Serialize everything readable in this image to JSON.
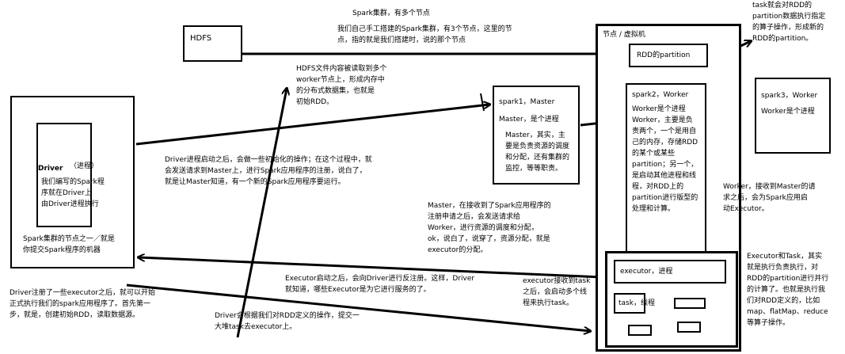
{
  "texts": {
    "spark_cluster_title": "Spark集群，有多个节点",
    "spark_cluster_desc": "我们自己手工搭建的Spark集群，有3个节点，这里的节\n点，指的就是我们搭建时，说的那个节点",
    "hdfs": "HDFS",
    "hdfs_desc": "HDFS文件内容被读取到多个\nworker节点上，形成内存中\n的分布式数据集，也就是\n初始RDD。",
    "driver_bold": "Driver",
    "driver_paren": "（进程）",
    "driver_desc": "我们编写的Spark程\n序就在Driver上\n由Driver进程执行",
    "cluster_node": "Spark集群的节点之一／就是\n你提交Spark程序的机器",
    "driver_start": "Driver进程启动之后，会做一些初始化的操作；在这个过程中，就\n会发送请求到Master上，进行Spark应用程序的注册，说白了，\n就是让Master知道，有一个新的Spark应用程序要运行。",
    "spark1_title": "spark1，Master",
    "spark1_proc": "Master，是个进程",
    "spark1_desc": "Master，其实，主\n要是负责资源的调度\n和分配，还有集群的\n监控，等等职责。",
    "node_label": "节点 / 虚拟机",
    "rdd_partition": "RDD的partition",
    "task_note": "task就会对RDD的\npartition数据执行指定\n的算子操作，形成新的\nRDD的partition。",
    "spark2_title": "spark2，Worker",
    "spark2_desc": "Worker是个进程\nWorker，主要是负\n责两个，一个是用自\n己的内存，存储RDD\n的某个或某些\npartition；另一个，\n是启动其他进程和线\n程，对RDD上的\npartition进行版型的\n处理和计算。",
    "spark3_title": "spark3，Worker",
    "spark3_desc": "Worker是个进程",
    "worker_receive": "Worker，接收到Master的请\n求之后，会为Spark应用启\n动Executor。",
    "master_receive": "Master，在接收到了Spark应用程序的\n注册申请之后，会发送请求给\nWorker，进行资源的调度和分配，\nok，说白了，说穿了，资源分配，就是\nexecutor的分配。",
    "executor_label": "executor，进程",
    "executor_reverse": "Executor启动之后，会向Driver进行反注册。这样，Driver\n就知道，哪些Executor是为它进行服务的了。",
    "executor_task": "executor接收到task\n之后，会启动多个线\n程来执行task。",
    "task_label": "task，线程",
    "executor_and_task": "Executor和Task，其实\n就是执行负责执行，对\nRDD的partition进行并行\n的计算了。也就是执行我\n们对RDD定义的，比如\nmap、flatMap、reduce\n等算子操作。",
    "driver_register": "Driver注册了一些executor之后，就可以开始\n正式执行我们的spark应用程序了。首先第一\n步，就是，创建初始RDD，读取数据源。",
    "driver_split": "Driver会根据我们对RDD定义的操作，提交一\n大堆task去executor上。"
  }
}
